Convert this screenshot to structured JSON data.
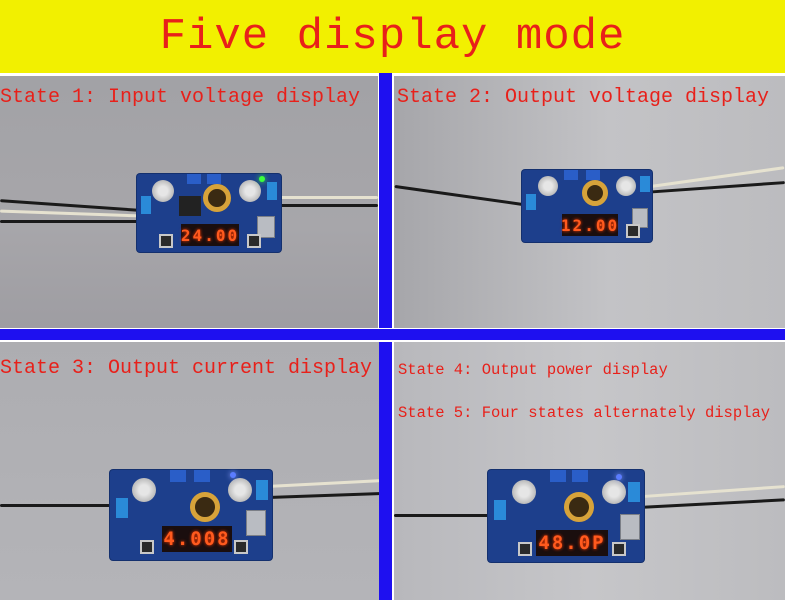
{
  "header": {
    "title": "Five display mode",
    "background": "#f2f000",
    "text_color": "#e8201a"
  },
  "divider_color": "#1e10f0",
  "panels": [
    {
      "id": 1,
      "label": "State 1: Input voltage display",
      "display_value": "24.00",
      "status_led_color": "#3cff3c"
    },
    {
      "id": 2,
      "label": "State 2: Output voltage display",
      "display_value": "12.00",
      "status_led_color": "#3cff3c"
    },
    {
      "id": 3,
      "label": "State 3: Output current display",
      "display_value": "4.008",
      "status_led_color": "#5a7cff"
    },
    {
      "id": 4,
      "labels": [
        "State 4: Output power display",
        "State 5: Four states alternately display"
      ],
      "display_value": "48.0P",
      "status_led_color": "#5a7cff"
    }
  ]
}
